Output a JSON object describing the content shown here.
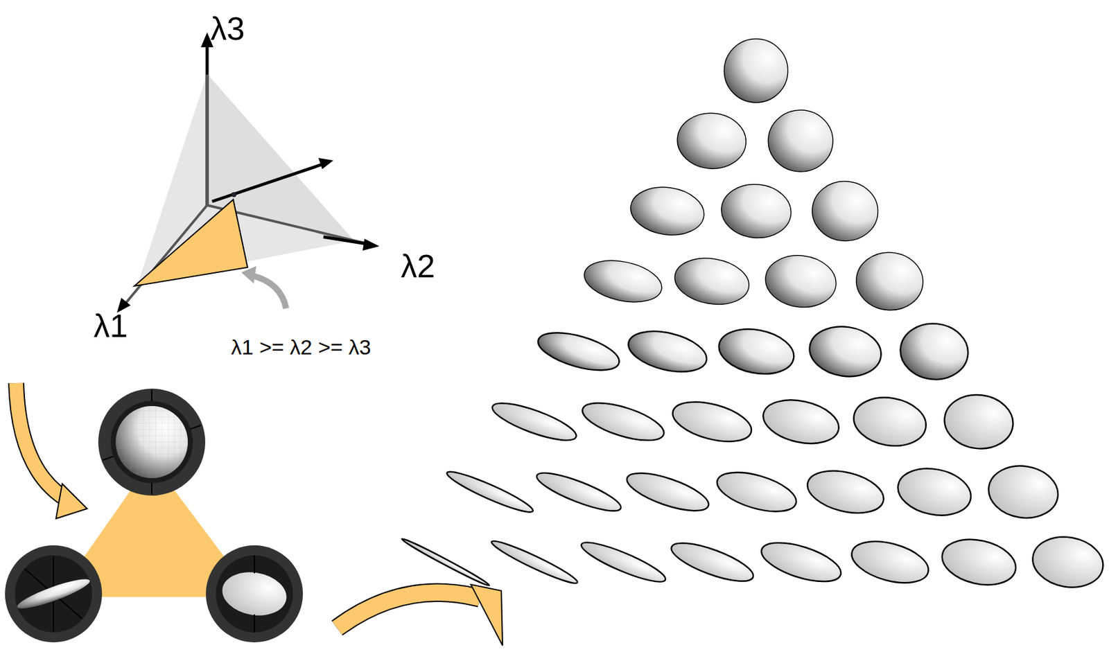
{
  "diagram": {
    "labels": [
      "λ3",
      "λ2",
      "λ1",
      "λ1 >= λ2 >= λ3"
    ]
  }
}
